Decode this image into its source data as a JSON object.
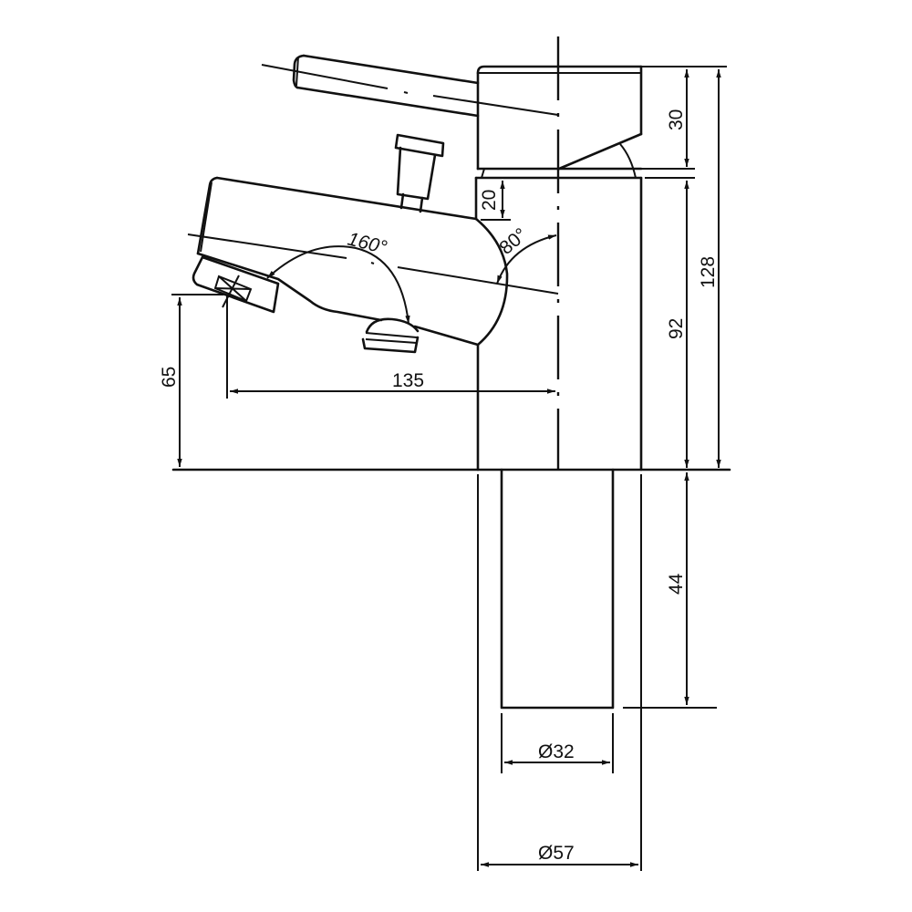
{
  "drawing": {
    "subject": "Basin mixer tap side elevation",
    "units": "mm",
    "colors": {
      "line": "#111111",
      "background": "#ffffff"
    }
  },
  "dimensions": {
    "handle_height": "30",
    "total_height": "128",
    "gap_height": "20",
    "body_height": "92",
    "spout_height": "65",
    "spout_reach": "135",
    "tail_length": "44",
    "tail_diameter": "Ø32",
    "base_diameter": "Ø57"
  },
  "angles": {
    "spout_swivel": "160°",
    "handle_rotation": "80°"
  }
}
